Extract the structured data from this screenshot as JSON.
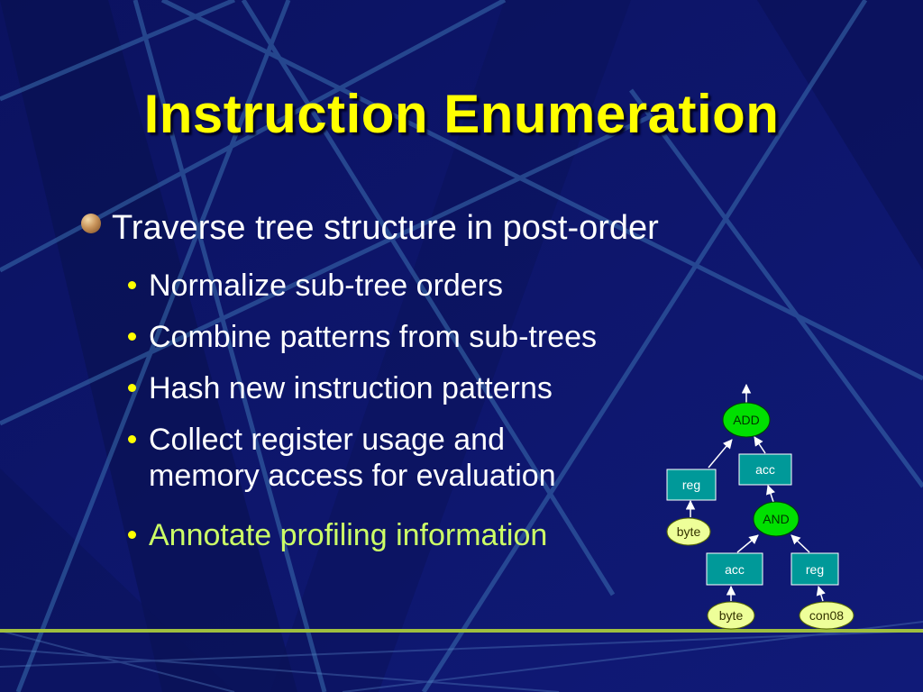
{
  "slide": {
    "title": "Instruction Enumeration",
    "bullet": "Traverse tree structure in post-order",
    "sub_bullets": [
      {
        "text": "Normalize sub-tree orders"
      },
      {
        "text": "Combine patterns from sub-trees"
      },
      {
        "text": "Hash new instruction patterns"
      },
      {
        "line1": "Collect register usage and",
        "line2": "memory access for evaluation"
      },
      {
        "text": "Annotate profiling information"
      }
    ]
  },
  "tree": {
    "nodes": {
      "add": "ADD",
      "acc_top": "acc",
      "reg_left": "reg",
      "and": "AND",
      "byte_left": "byte",
      "acc_bottom": "acc",
      "reg_bottom": "reg",
      "byte_bottom": "byte",
      "con08": "con08"
    }
  },
  "colors": {
    "background": "#0d1466",
    "title": "#ffff00",
    "highlight": "#ccff66",
    "op_node": "#00e000",
    "reg_node": "#009999",
    "leaf_node": "#eeff99"
  }
}
